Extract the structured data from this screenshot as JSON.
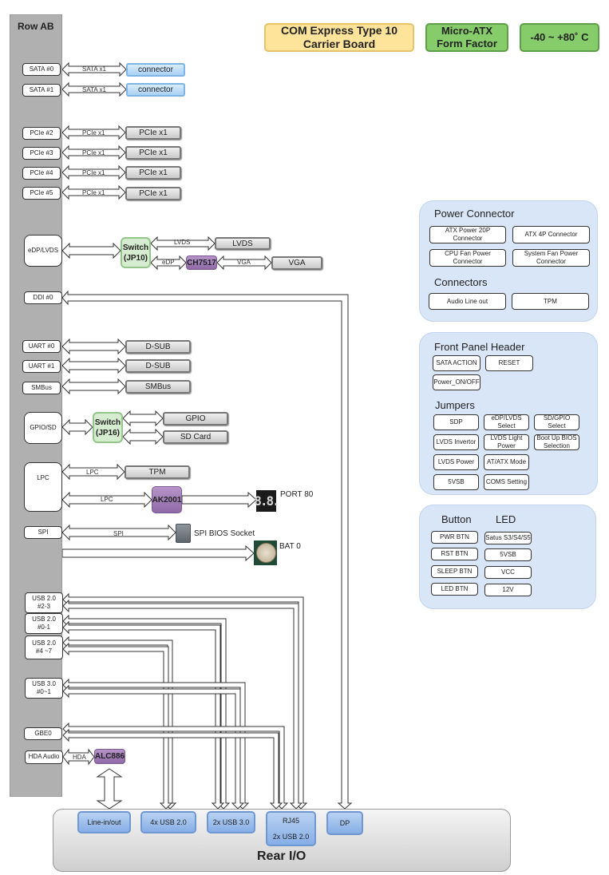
{
  "header": {
    "title": "COM Express Type 10 Carrier Board",
    "form_factor": "Micro-ATX Form Factor",
    "temperature": "-40 ~ +80˚ C"
  },
  "row_ab": {
    "title": "Row AB",
    "pins": [
      {
        "id": "sata0",
        "label": "SATA #0"
      },
      {
        "id": "sata1",
        "label": "SATA #1"
      },
      {
        "id": "pcie2",
        "label": "PCIe #2"
      },
      {
        "id": "pcie3",
        "label": "PCIe #3"
      },
      {
        "id": "pcie4",
        "label": "PCIe #4"
      },
      {
        "id": "pcie5",
        "label": "PCIe #5"
      },
      {
        "id": "edp",
        "label": "eDP/LVDS"
      },
      {
        "id": "ddi0",
        "label": "DDI #0"
      },
      {
        "id": "uart0",
        "label": "UART #0"
      },
      {
        "id": "uart1",
        "label": "UART #1"
      },
      {
        "id": "smbus",
        "label": "SMBus"
      },
      {
        "id": "gpiosd",
        "label": "GPIO/SD"
      },
      {
        "id": "lpc",
        "label": "LPC"
      },
      {
        "id": "spi",
        "label": "SPI"
      },
      {
        "id": "usb23",
        "label": "USB 2.0 #2-3"
      },
      {
        "id": "usb01",
        "label": "USB 2.0 #0-1"
      },
      {
        "id": "usb47",
        "label": "USB 2.0 #4 ~7"
      },
      {
        "id": "usb3",
        "label": "USB 3.0 #0~1"
      },
      {
        "id": "gbe0",
        "label": "GBE0"
      },
      {
        "id": "hda",
        "label": "HDA Audio"
      }
    ]
  },
  "links": {
    "sata": "SATA x1",
    "pcie": "PCIe x1",
    "lvds": "LVDS",
    "edp": "eDP",
    "vga": "VGA",
    "lpc": "LPC",
    "spi": "SPI",
    "hda": "HDA"
  },
  "targets": {
    "sata_conn": "connector",
    "pcie_slot": "PCIe x1",
    "switch_jp10": "Switch (JP10)",
    "lvds": "LVDS",
    "ch7517": "CH7517",
    "vga": "VGA",
    "dsub": "D-SUB",
    "smbus": "SMBus",
    "switch_jp16": "Switch (JP16)",
    "gpio": "GPIO",
    "sdcard": "SD Card",
    "tpm": "TPM",
    "ak2001": "AK2001",
    "port80": "PORT 80",
    "spi_socket": "SPI BIOS Socket",
    "bat0": "BAT 0",
    "alc886": "ALC886",
    "seg_display": "8.8."
  },
  "power_panel": {
    "title": "Power Connector",
    "items": [
      "ATX Power 20P Connector",
      "ATX 4P Connector",
      "CPU Fan Power Connector",
      "System Fan Power Connector"
    ],
    "connectors_title": "Connectors",
    "connectors": [
      "Audio Line out",
      "TPM"
    ]
  },
  "front_panel": {
    "title": "Front Panel Header",
    "items": [
      "SATA ACTION",
      "RESET",
      "Power_ON/OFF"
    ],
    "jumpers_title": "Jumpers",
    "jumpers": [
      "SDP",
      "eDP/LVDS Select",
      "SD/GPIO Select",
      "LVDS Invertor",
      "LVDS Light Power",
      "Boot Up BIOS Selection",
      "LVDS Power",
      "AT/ATX Mode",
      "5VSB",
      "COMS Setting"
    ]
  },
  "button_led_panel": {
    "button_title": "Button",
    "led_title": "LED",
    "buttons": [
      "PWR BTN",
      "RST BTN",
      "SLEEP BTN",
      "LED BTN"
    ],
    "leds": [
      "Satus S3/S4/S5",
      "5VSB",
      "VCC",
      "12V"
    ]
  },
  "rear_io": {
    "title": "Rear I/O",
    "ports": [
      "Line-in/out",
      "4x USB 2.0",
      "2x USB 3.0",
      "RJ45",
      "2x USB 2.0",
      "DP"
    ]
  }
}
